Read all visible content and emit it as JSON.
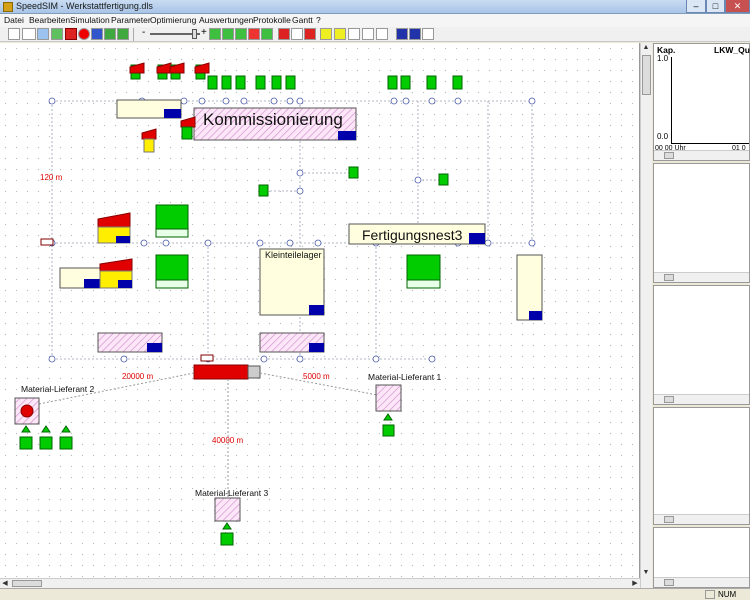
{
  "window": {
    "title": "SpeedSIM - Werkstattfertigung.dls",
    "minimize": "–",
    "maximize": "□",
    "close": "✕"
  },
  "menu": [
    "Datei",
    "Bearbeiten",
    "Simulation",
    "Parameter",
    "Optimierung",
    "Auswertungen",
    "Protokolle",
    "Gantt",
    "?"
  ],
  "toolbar": {
    "icons": [
      "select-icon",
      "line-icon",
      "grid-icon",
      "text-icon",
      "machine-icon",
      "record-icon",
      "worker-icon",
      "worker2-icon",
      "truck-icon",
      "play-icon",
      "fast-forward-icon",
      "pause-icon",
      "stop-icon",
      "step-icon",
      "flag-icon",
      "text-a-icon",
      "flag-red-icon",
      "copy-icon",
      "paste-icon",
      "dots-icon",
      "connect-icon",
      "route-icon",
      "zoom-out-icon",
      "zoom-in-icon",
      "zoom-icon"
    ],
    "slider_minus": "-",
    "slider_plus": "+"
  },
  "canvas": {
    "labels": {
      "kommissionierung": "Kommissionierung",
      "fertigungsnest3": "Fertigungsnest3",
      "kleinteilelager": "Kleinteilelager",
      "lieferant1": "Material-Lieferant 1",
      "lieferant2": "Material-Lieferant 2",
      "lieferant3": "Material-Lieferant 3",
      "dist_120": "120 m",
      "dist_20000": "20000 m",
      "dist_5000": "5000 m",
      "dist_40000": "40000 m"
    }
  },
  "right_panel": {
    "chart_left_title": "Kap.",
    "chart_right_title": "LKW_Que",
    "y_max": "1.0",
    "y_min": "0.0",
    "x_label_left": "00 00 Uhr",
    "x_label_right": "01 0"
  },
  "status": {
    "num": "NUM"
  },
  "colors": {
    "green": "#00cc00",
    "red": "#e00000",
    "yellow": "#ffee00",
    "navy": "#0000aa",
    "pink": "#f3d3ef",
    "cream": "#ffffe0",
    "distance": "#e00000"
  }
}
